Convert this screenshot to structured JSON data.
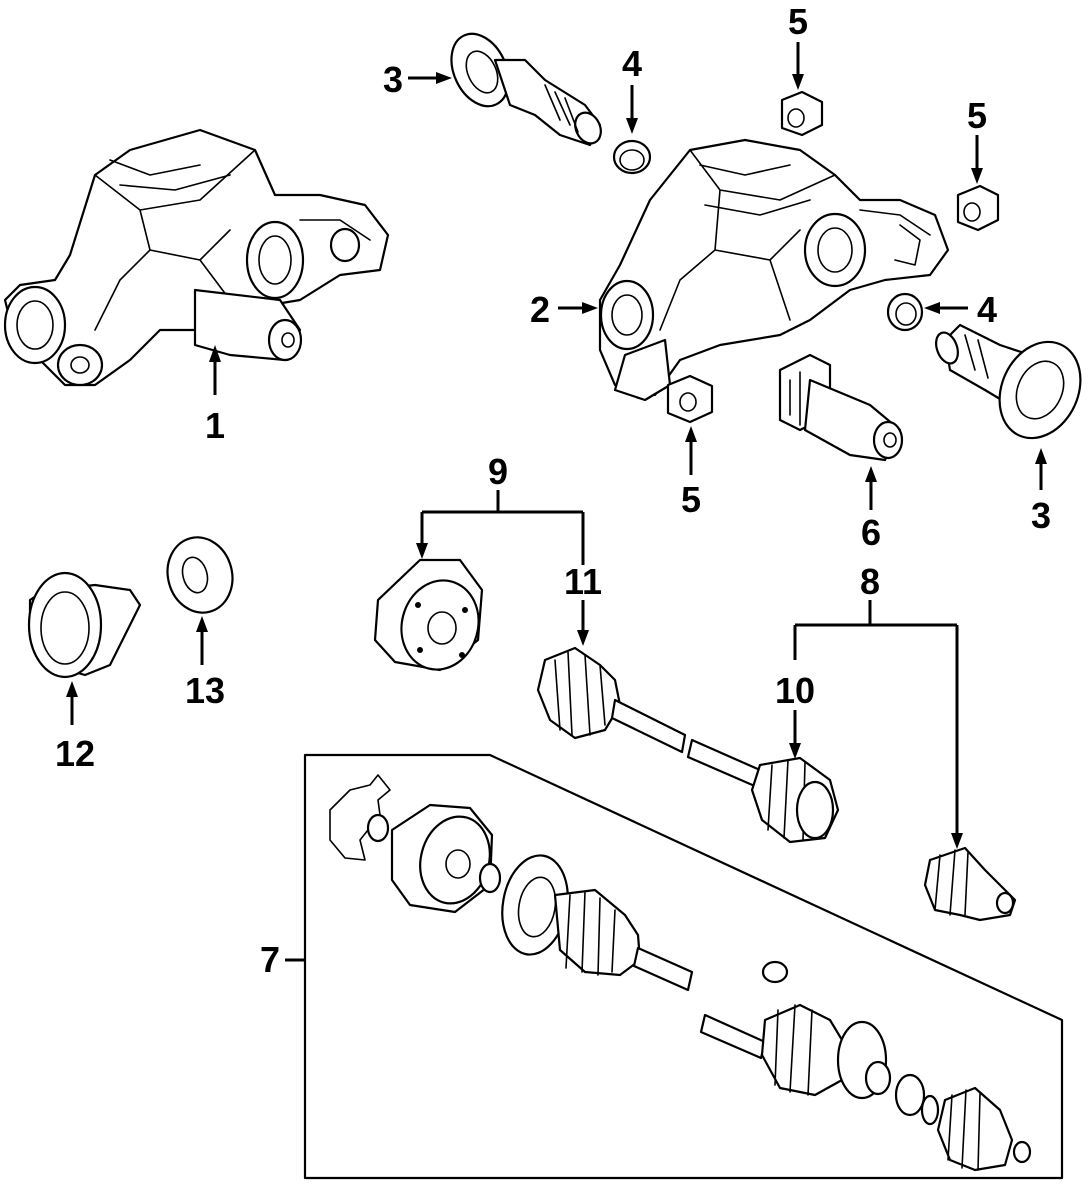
{
  "callouts": {
    "c1": "1",
    "c2": "2",
    "c3a": "3",
    "c3b": "3",
    "c4a": "4",
    "c4b": "4",
    "c5a": "5",
    "c5b": "5",
    "c5c": "5",
    "c6": "6",
    "c7": "7",
    "c8": "8",
    "c9": "9",
    "c10": "10",
    "c11": "11",
    "c12": "12",
    "c13": "13"
  }
}
